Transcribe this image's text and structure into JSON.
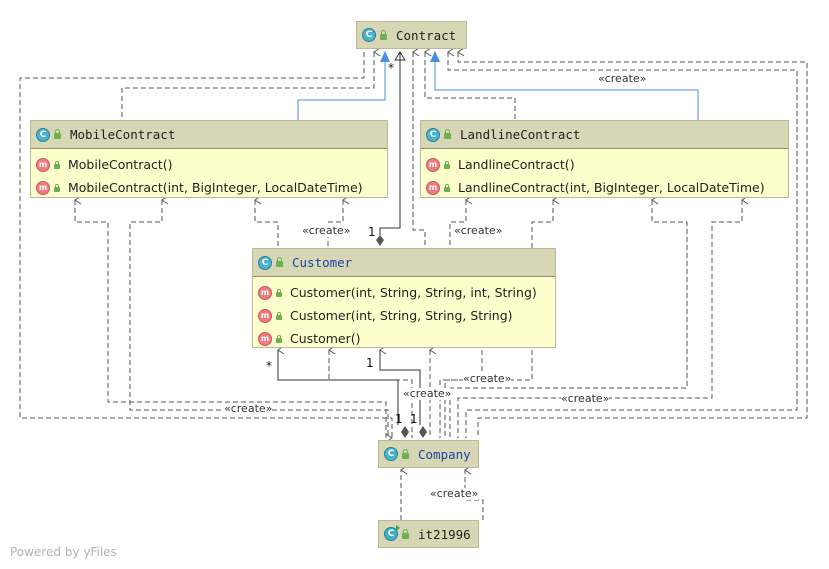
{
  "classes": {
    "contract": {
      "name": "Contract",
      "kind_icon": "class-icon"
    },
    "mobile_contract": {
      "name": "MobileContract",
      "kind_icon": "class-icon",
      "methods": [
        "MobileContract()",
        "MobileContract(int, BigInteger, LocalDateTime)"
      ]
    },
    "landline_contract": {
      "name": "LandlineContract",
      "kind_icon": "class-icon",
      "methods": [
        "LandlineContract()",
        "LandlineContract(int, BigInteger, LocalDateTime)"
      ]
    },
    "customer": {
      "name": "Customer",
      "kind_icon": "class-icon",
      "methods": [
        "Customer(int, String, String, int, String)",
        "Customer(int, String, String, String)",
        "Customer()"
      ]
    },
    "company": {
      "name": "Company",
      "kind_icon": "class-icon"
    },
    "it21996": {
      "name": "it21996",
      "kind_icon": "main-class-icon"
    }
  },
  "icons": {
    "class": "C",
    "method": "m"
  },
  "edge_labels": {
    "create": "«create»",
    "many": "*",
    "one": "1"
  },
  "colors": {
    "header": "#d7d7b5",
    "body": "#fefecd",
    "inheritance": "#4a8fdd",
    "dependency": "#555555"
  },
  "watermark": "Powered by yFiles"
}
